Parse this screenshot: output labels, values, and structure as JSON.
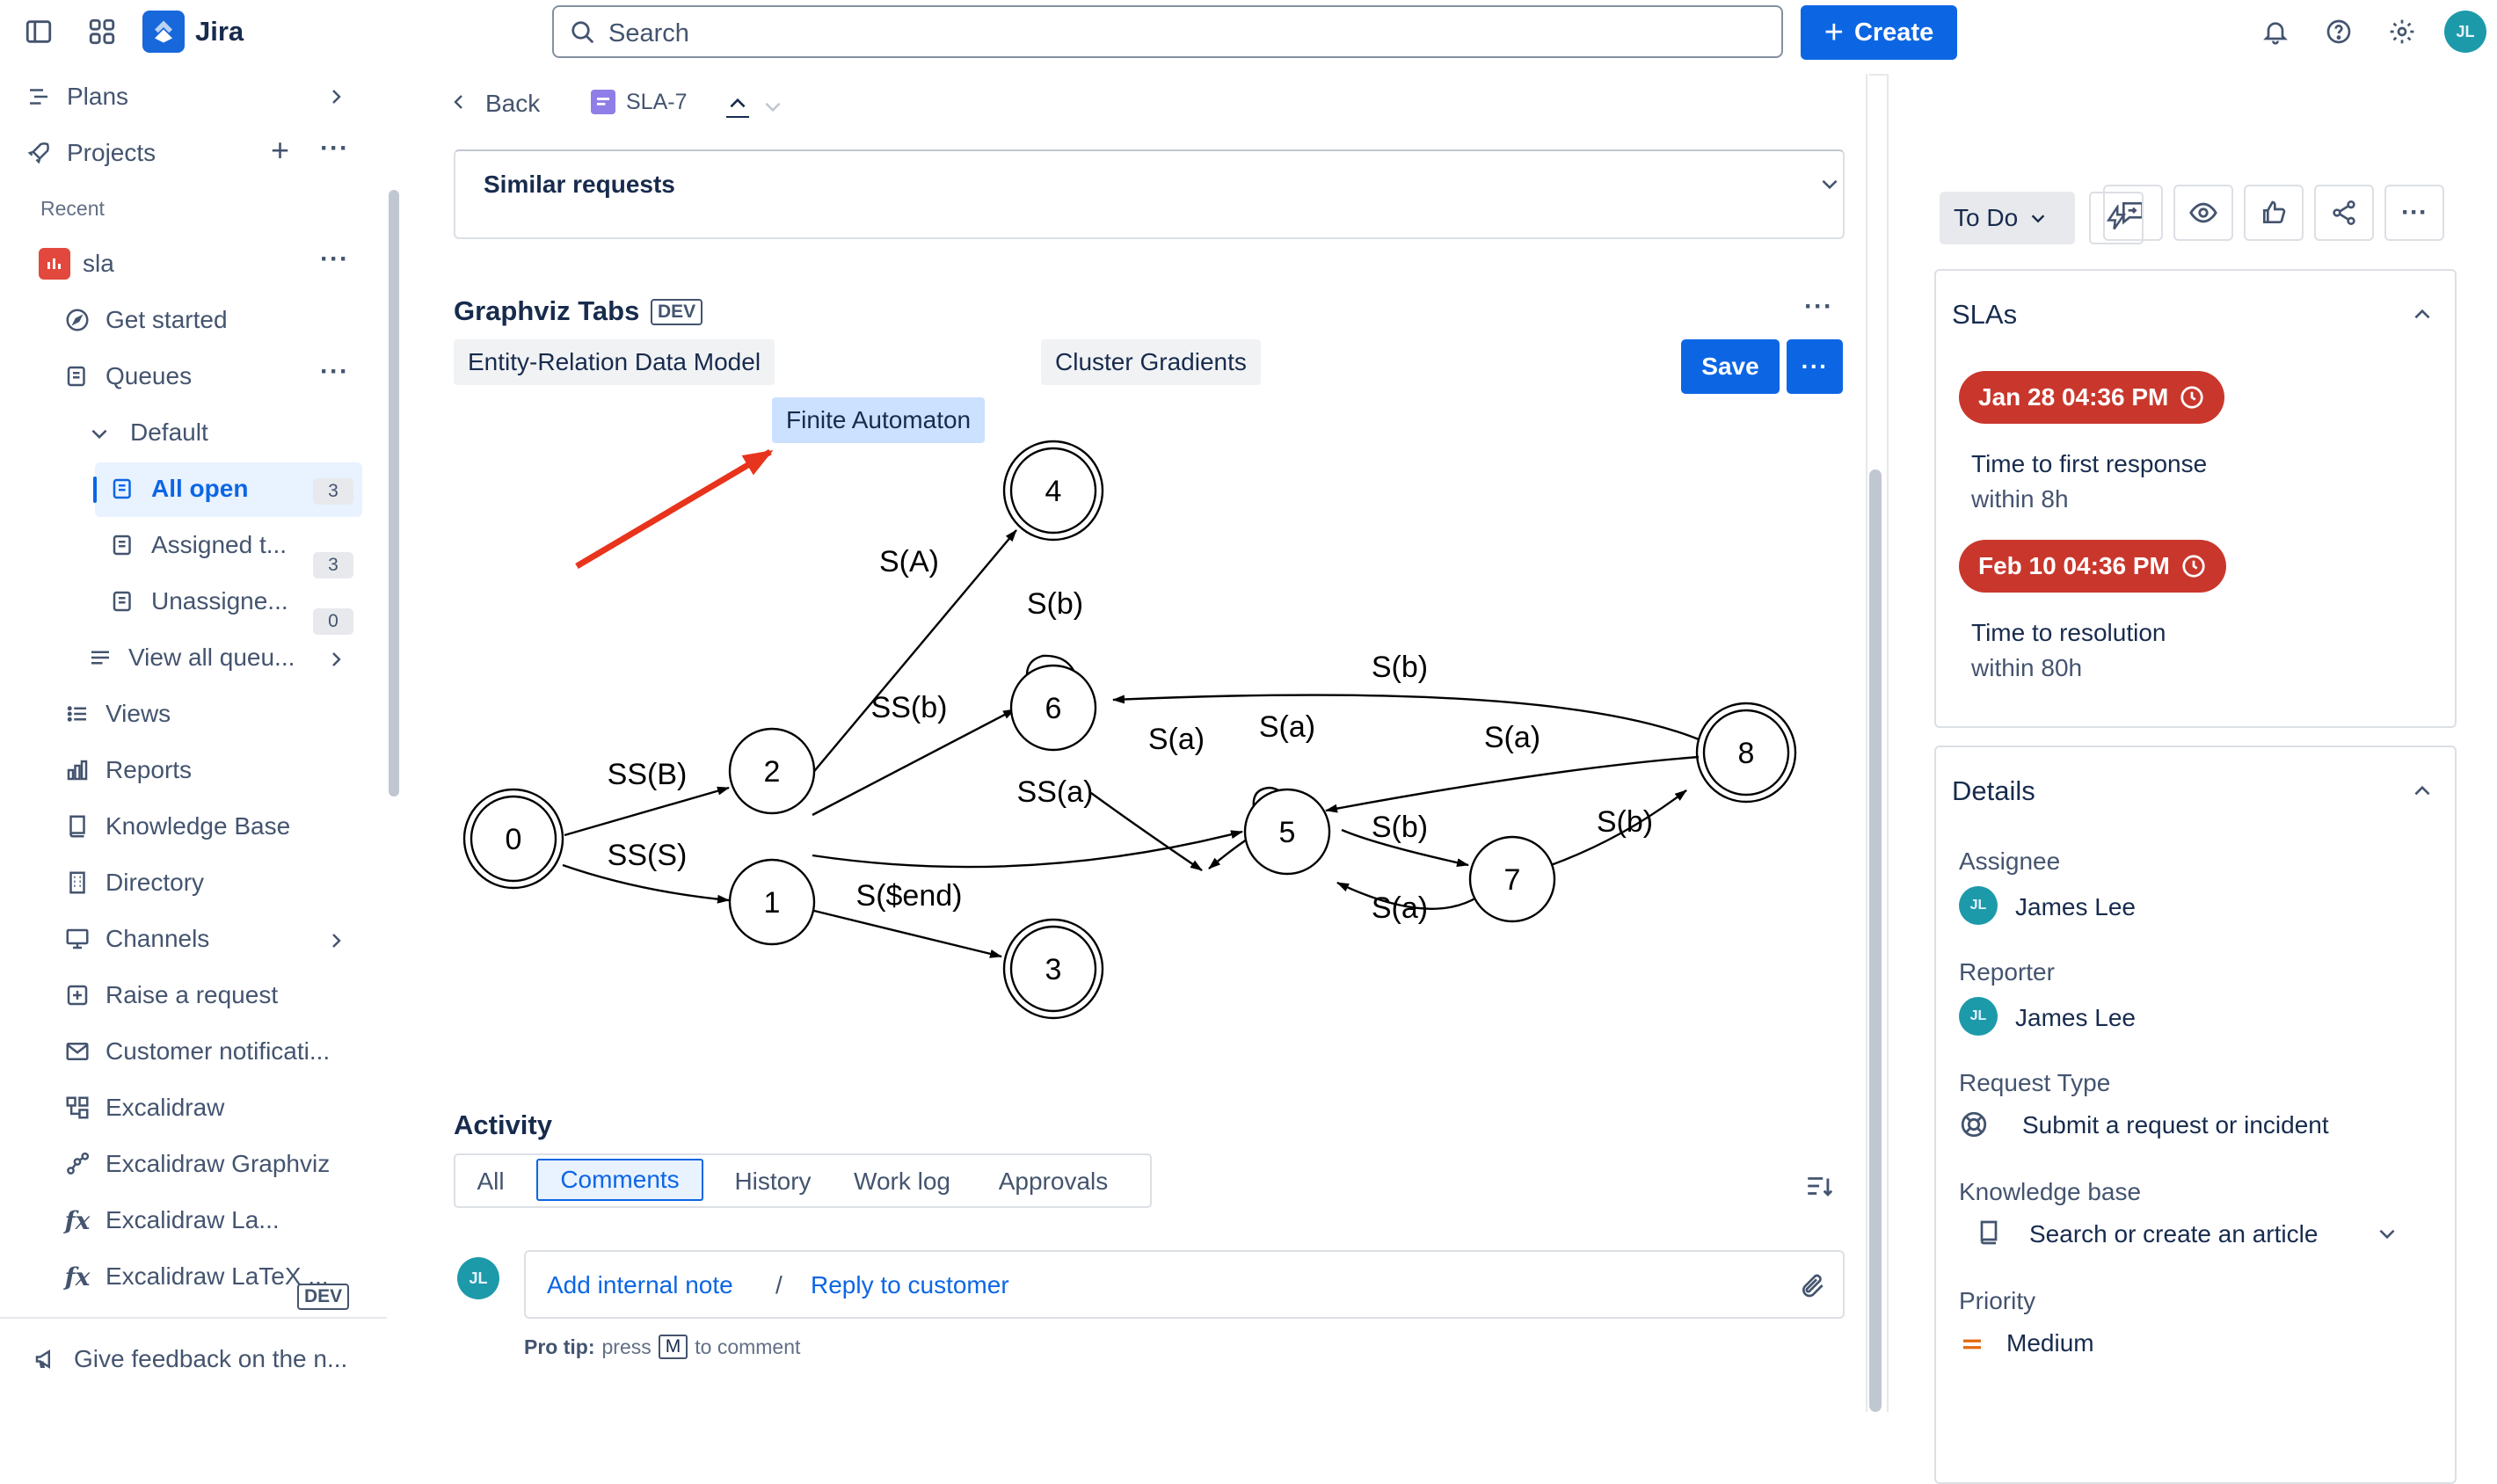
{
  "topbar": {
    "app_name": "Jira",
    "search_placeholder": "Search",
    "create_label": "Create",
    "avatar_initials": "JL"
  },
  "sidebar": {
    "plans": "Plans",
    "projects": "Projects",
    "recent": "Recent",
    "project_name": "sla",
    "get_started": "Get started",
    "queues": "Queues",
    "default": "Default",
    "all_open": "All open",
    "all_open_count": "3",
    "assigned": "Assigned t...",
    "assigned_count": "3",
    "unassigned": "Unassigne...",
    "unassigned_count": "0",
    "view_all_queues": "View all queu...",
    "views": "Views",
    "reports": "Reports",
    "knowledge_base": "Knowledge Base",
    "directory": "Directory",
    "channels": "Channels",
    "raise_request": "Raise a request",
    "customer_notifications": "Customer notificati...",
    "excalidraw": "Excalidraw",
    "excalidraw_graphviz": "Excalidraw Graphviz",
    "excalidraw_la": "Excalidraw La...",
    "dev_tag": "DEV",
    "excalidraw_latex": "Excalidraw LaTeX ...",
    "feedback": "Give feedback on the n..."
  },
  "issue": {
    "back": "Back",
    "key": "SLA-7",
    "similar_requests": "Similar requests",
    "graphviz_title": "Graphviz Tabs",
    "dev_tag": "DEV",
    "tabs": [
      "Entity-Relation Data Model",
      "Cluster Gradients",
      "Finite Automaton"
    ],
    "save": "Save",
    "graph": {
      "nodes": [
        "0",
        "1",
        "2",
        "3",
        "4",
        "5",
        "6",
        "7",
        "8"
      ],
      "edges": [
        {
          "from": "0",
          "to": "2",
          "label": "SS(B)"
        },
        {
          "from": "0",
          "to": "1",
          "label": "SS(S)"
        },
        {
          "from": "1",
          "to": "3",
          "label": "S($end)"
        },
        {
          "from": "2",
          "to": "6",
          "label": "SS(b)"
        },
        {
          "from": "2",
          "to": "5",
          "label": "SS(a)"
        },
        {
          "from": "2",
          "to": "4",
          "label": "S(A)"
        },
        {
          "from": "5",
          "to": "7",
          "label": "S(b)"
        },
        {
          "from": "5",
          "to": "5",
          "label": "S(a)"
        },
        {
          "from": "6",
          "to": "6",
          "label": "S(b)"
        },
        {
          "from": "6",
          "to": "5",
          "label": "S(a)"
        },
        {
          "from": "7",
          "to": "8",
          "label": "S(b)"
        },
        {
          "from": "7",
          "to": "5",
          "label": "S(a)"
        },
        {
          "from": "8",
          "to": "6",
          "label": "S(b)"
        },
        {
          "from": "8",
          "to": "5",
          "label": "S(a)"
        }
      ]
    },
    "activity_title": "Activity",
    "activity_tabs": [
      "All",
      "Comments",
      "History",
      "Work log",
      "Approvals"
    ],
    "add_internal_note": "Add internal note",
    "separator": "/",
    "reply_to_customer": "Reply to customer",
    "pro_tip_label": "Pro tip:",
    "pro_tip_press": "press",
    "pro_tip_key": "M",
    "pro_tip_rest": "to comment",
    "avatar_initials": "JL"
  },
  "right_panel": {
    "status": "To Do",
    "slas_title": "SLAs",
    "sla1_time": "Jan 28 04:36 PM",
    "sla1_name": "Time to first response",
    "sla1_goal": "within 8h",
    "sla2_time": "Feb 10 04:36 PM",
    "sla2_name": "Time to resolution",
    "sla2_goal": "within 80h",
    "details_title": "Details",
    "assignee_label": "Assignee",
    "assignee": "James Lee",
    "reporter_label": "Reporter",
    "reporter": "James Lee",
    "request_type_label": "Request Type",
    "request_type": "Submit a request or incident",
    "kb_label": "Knowledge base",
    "kb_value": "Search or create an article",
    "priority_label": "Priority",
    "priority": "Medium",
    "avatar_initials": "JL"
  },
  "colors": {
    "brand_blue": "#0c66e4",
    "sla_red": "#c9372c",
    "selected_bg": "#e9f2ff",
    "annotation_arrow": "#e8341c",
    "priority_medium": "#e56910"
  }
}
